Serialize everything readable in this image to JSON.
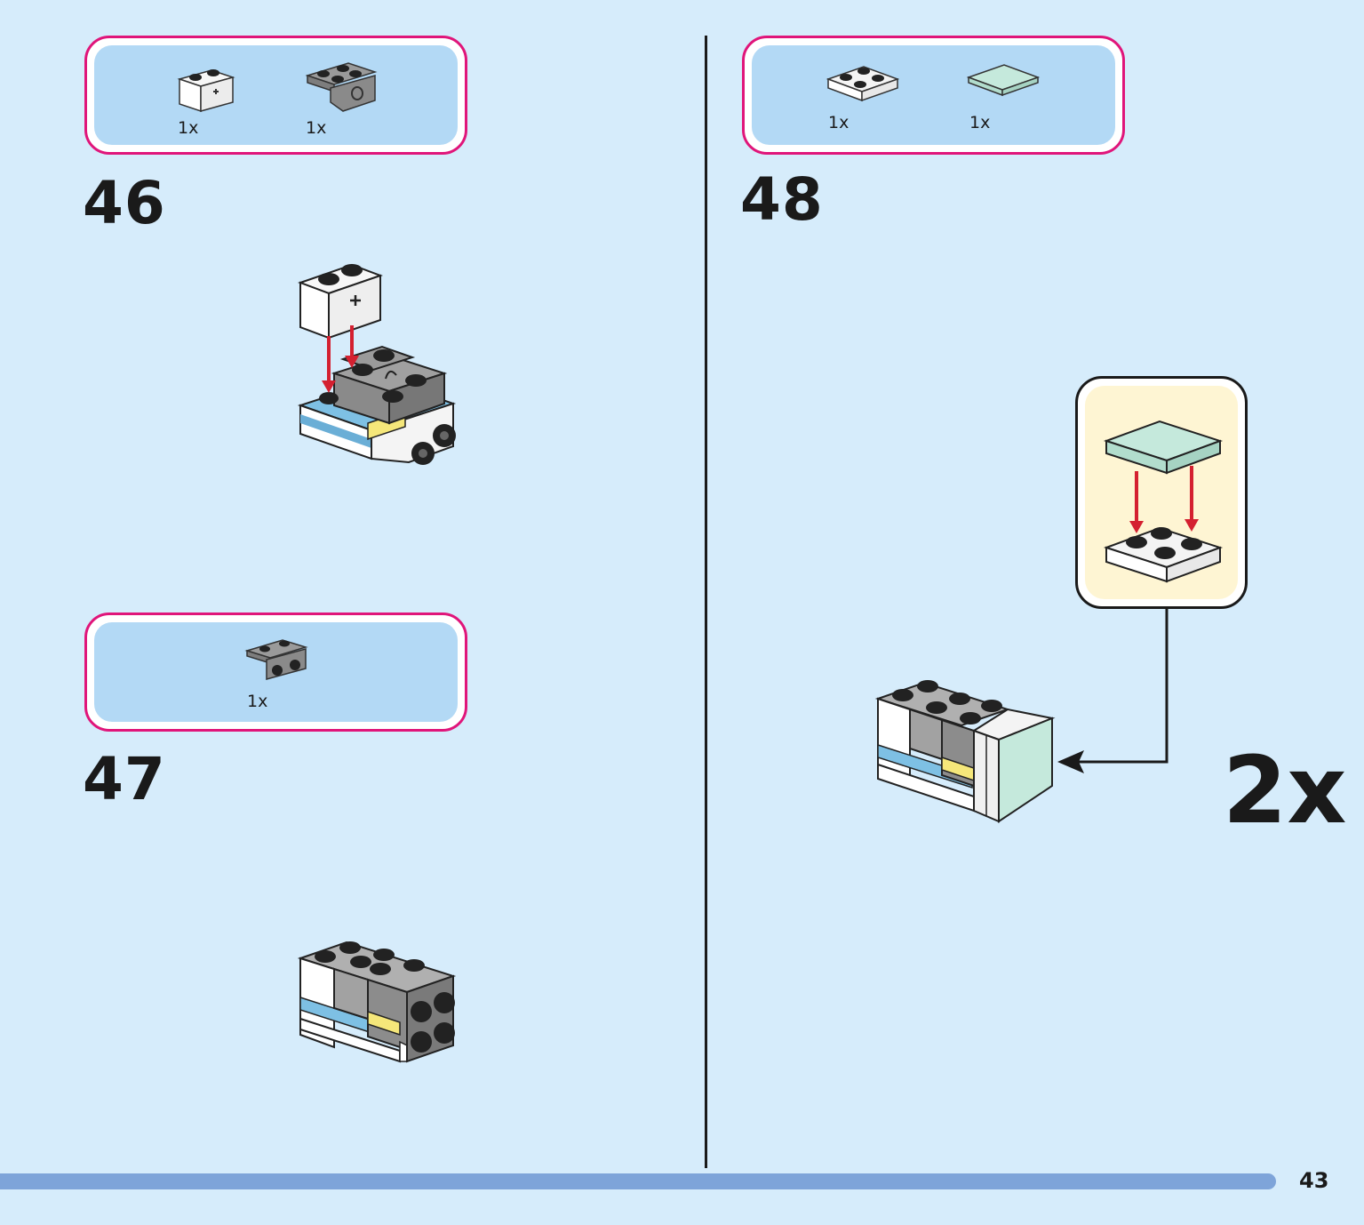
{
  "steps": [
    {
      "number": "46",
      "parts": [
        {
          "name": "white-brick-1x2-axle-hole",
          "qty": "1x"
        },
        {
          "name": "gray-brick-pin-hole",
          "qty": "1x"
        }
      ]
    },
    {
      "number": "47",
      "parts": [
        {
          "name": "gray-bracket-1x2",
          "qty": "1x"
        }
      ]
    },
    {
      "number": "48",
      "parts": [
        {
          "name": "white-plate-2x2",
          "qty": "1x"
        },
        {
          "name": "aqua-tile-2x2",
          "qty": "1x"
        }
      ],
      "multiplier": "2x"
    }
  ],
  "page": {
    "number": "43"
  },
  "colors": {
    "background": "#d6ecfb",
    "box_border": "#e0157a",
    "box_fill": "#b3d9f5",
    "callout_fill": "#fef5d3",
    "arrow_red": "#d42030",
    "footer_bar": "#7ea4d9"
  }
}
